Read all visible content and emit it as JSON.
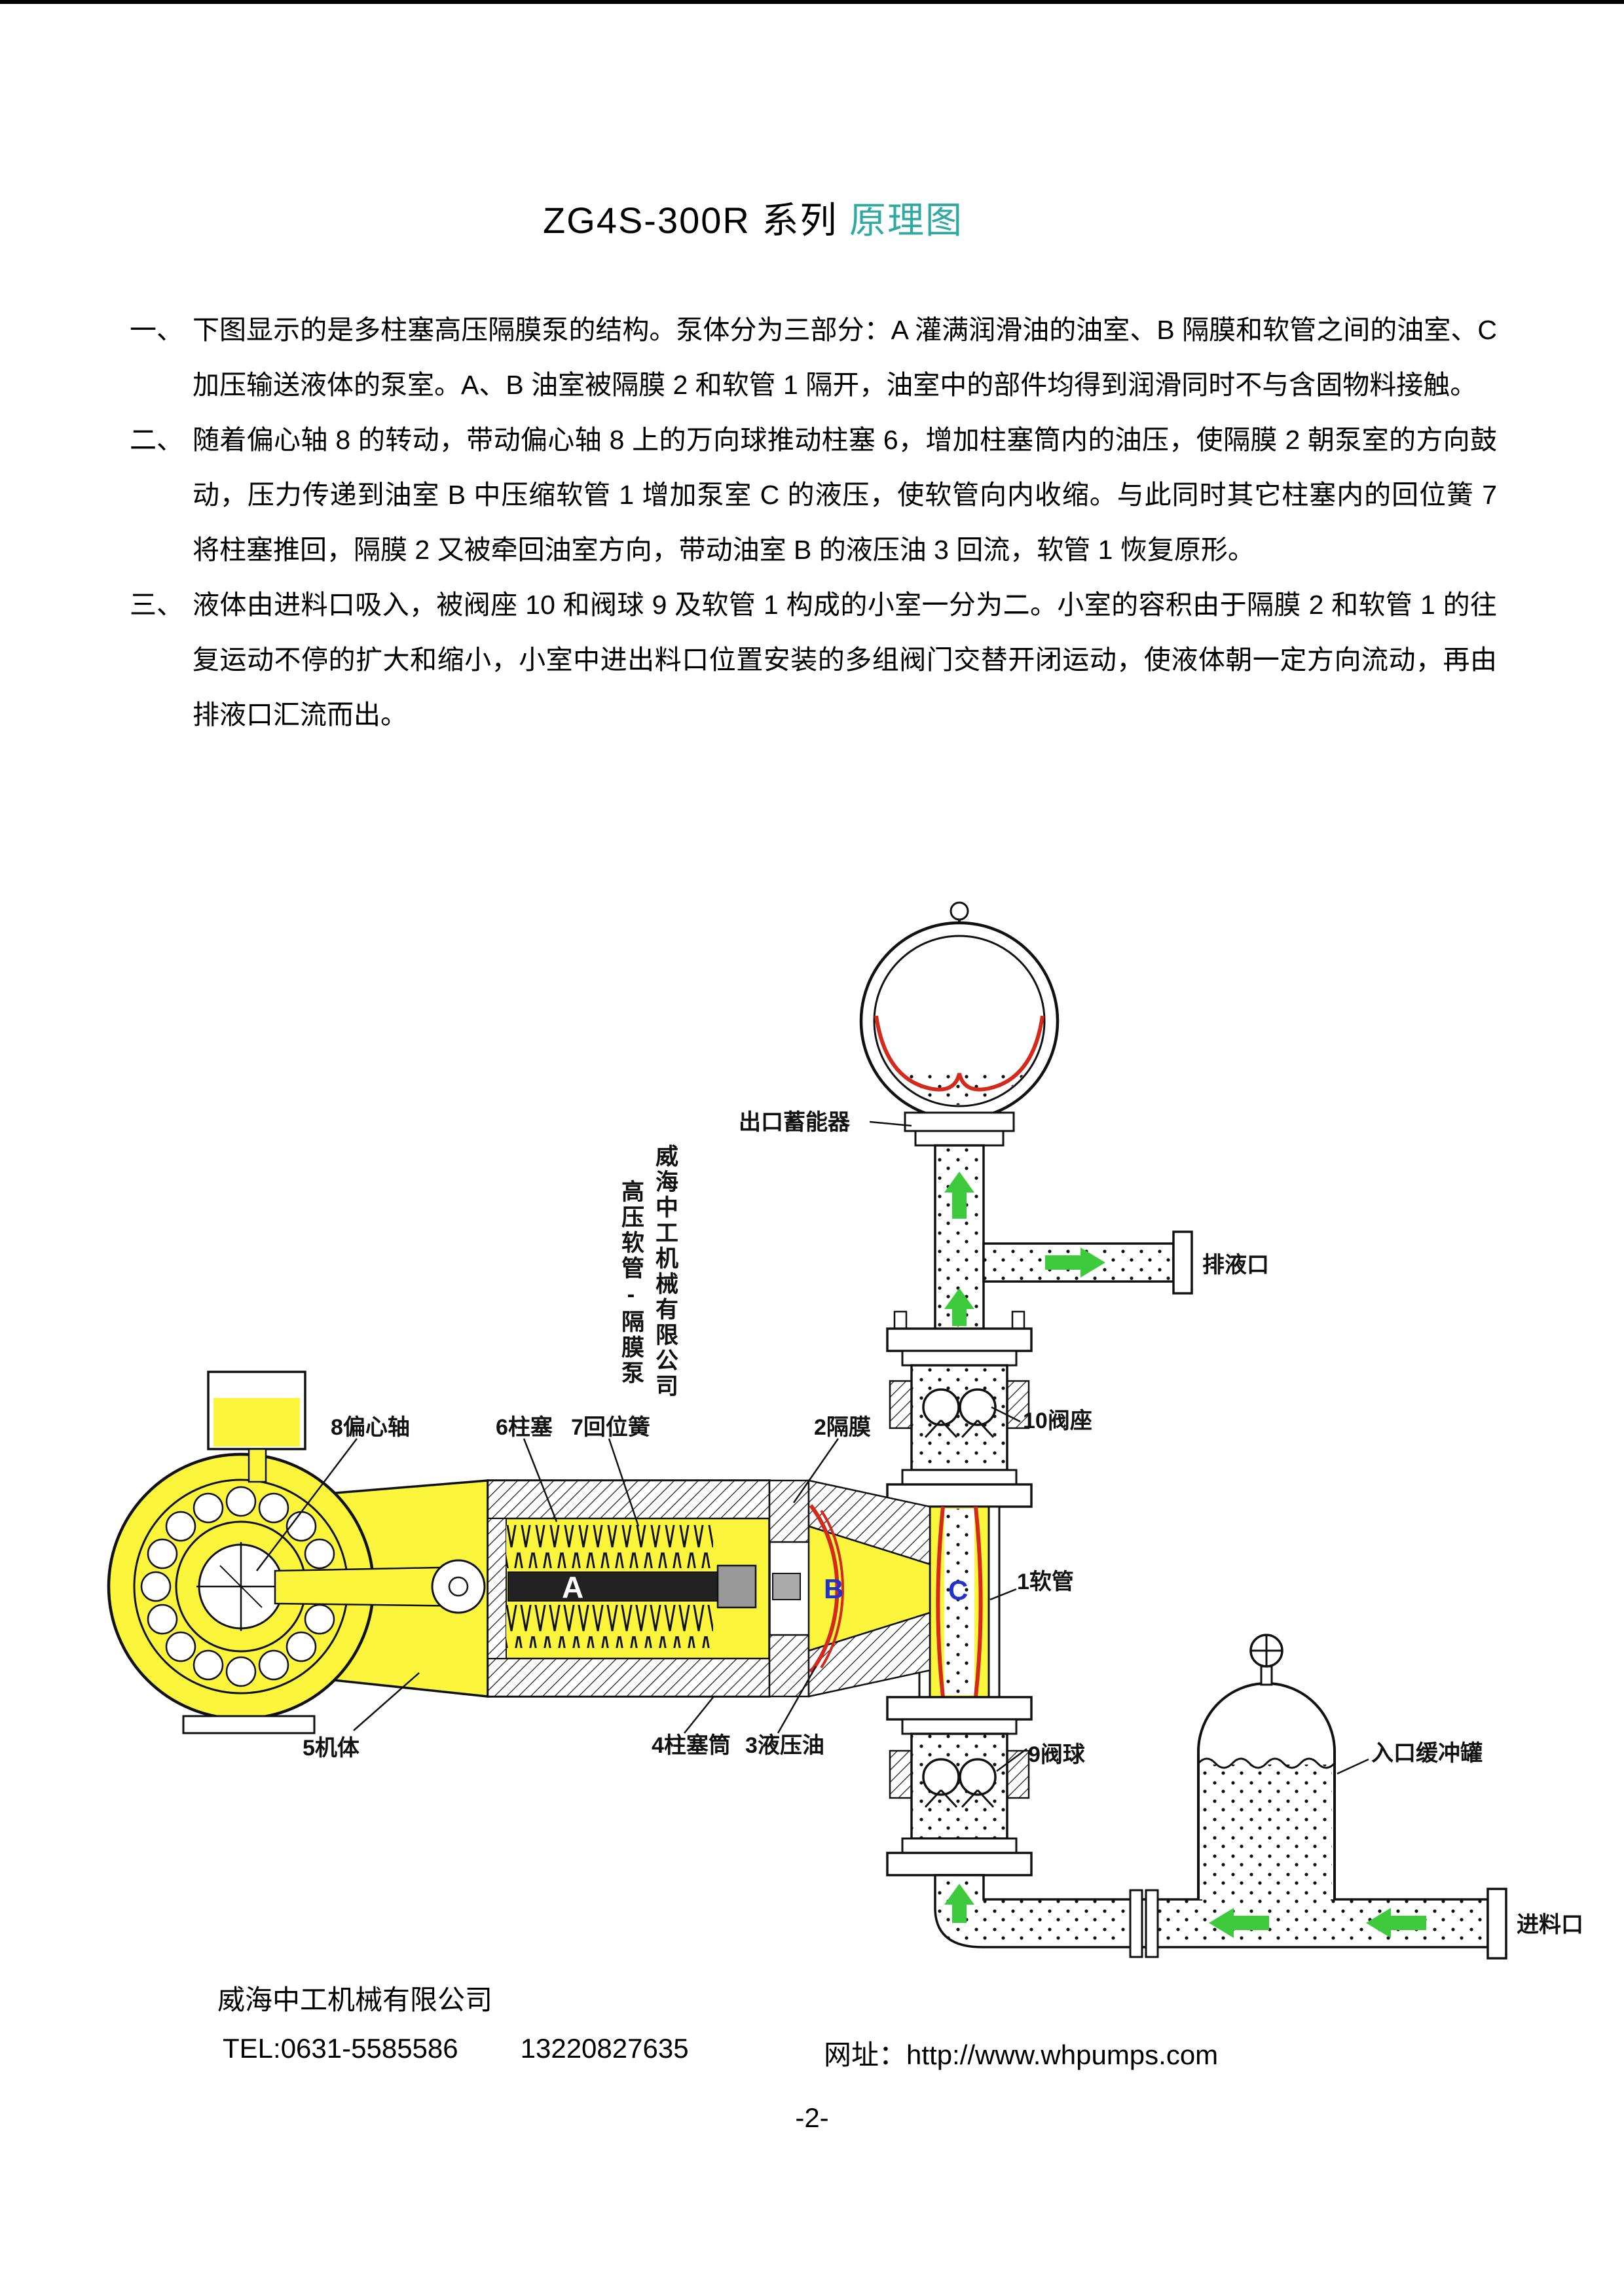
{
  "page": {
    "title_main": "ZG4S-300R 系列",
    "title_accent": "原理图",
    "page_number": "-2-"
  },
  "paragraphs": [
    {
      "marker": "一、",
      "text": "下图显示的是多柱塞高压隔膜泵的结构。泵体分为三部分：A 灌满润滑油的油室、B 隔膜和软管之间的油室、C 加压输送液体的泵室。A、B 油室被隔膜 2 和软管 1 隔开，油室中的部件均得到润滑同时不与含固物料接触。"
    },
    {
      "marker": "二、",
      "text": "随着偏心轴 8 的转动，带动偏心轴 8 上的万向球推动柱塞 6，增加柱塞筒内的油压，使隔膜 2 朝泵室的方向鼓动，压力传递到油室 B 中压缩软管 1 增加泵室 C 的液压，使软管向内收缩。与此同时其它柱塞内的回位簧 7 将柱塞推回，隔膜 2 又被牵回油室方向，带动油室 B 的液压油 3 回流，软管 1 恢复原形。"
    },
    {
      "marker": "三、",
      "text": "液体由进料口吸入，被阀座 10 和阀球 9 及软管 1 构成的小室一分为二。小室的容积由于隔膜 2 和软管 1 的往复运动不停的扩大和缩小，小室中进出料口位置安装的多组阀门交替开闭运动，使液体朝一定方向流动，再由排液口汇流而出。"
    }
  ],
  "diagram": {
    "vertical_company": "威海中工机械有限公司",
    "vertical_product": "高压软管-隔膜泵",
    "labels": {
      "accumulator": "出口蓄能器",
      "discharge_port": "排液口",
      "inlet_port": "进料口",
      "buffer_tank": "入口缓冲罐",
      "part1": "1软管",
      "part2": "2隔膜",
      "part3": "3液压油",
      "part4": "4柱塞筒",
      "part5": "5机体",
      "part6": "6柱塞",
      "part7": "7回位簧",
      "part8": "8偏心轴",
      "part9": "9阀球",
      "part10": "10阀座",
      "chamber_a": "A",
      "chamber_b": "B",
      "chamber_c": "C"
    }
  },
  "footer": {
    "company": "威海中工机械有限公司",
    "tel": "TEL:0631-5585586",
    "mobile": "13220827635",
    "website": "网址：http://www.whpumps.com"
  },
  "colors": {
    "title_accent": "#2FA9A2",
    "oil_yellow": "#FBF63B",
    "hose_red": "#D42A1E",
    "flow_green": "#3DCB3D",
    "chamber_blue": "#2233CC"
  }
}
